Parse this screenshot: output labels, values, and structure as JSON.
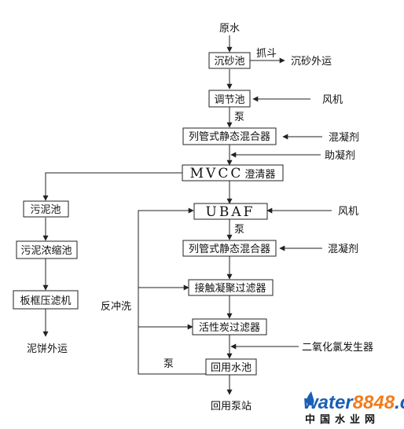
{
  "nodes": {
    "raw_water": "原水",
    "grit_chamber": "沉砂池",
    "equalization_tank": "调节池",
    "static_mixer_1": "列管式静态混合器",
    "mvcc_prefix": "MVCC",
    "mvcc_suffix": "澄清器",
    "ubaf": "UBAF",
    "static_mixer_2": "列管式静态混合器",
    "contact_filter": "接触凝聚过滤器",
    "carbon_filter": "活性炭过滤器",
    "reuse_tank": "回用水池",
    "reuse_pump_station": "回用泵站",
    "sludge_tank": "污泥池",
    "sludge_thickener": "污泥浓缩池",
    "filter_press": "板框压滤机",
    "cake_disposal": "泥饼外运"
  },
  "labels": {
    "grab_bucket": "抓斗",
    "grit_out": "沉砂外运",
    "blower_1": "风机",
    "pump_1": "泵",
    "coagulant_1": "混凝剂",
    "coagulant_aid": "助凝剂",
    "blower_2": "风机",
    "pump_2": "泵",
    "coagulant_2": "混凝剂",
    "backwash": "反冲洗",
    "pump_3": "泵",
    "chlorine_dioxide_generator": "二氧化氯发生器"
  },
  "watermark": {
    "brand_main": "water",
    "brand_num": "8848",
    "brand_tld": ".com",
    "brand_cn": "中国水业网",
    "color_blue": "#1a5fb4",
    "color_orange": "#f07c1e",
    "color_red": "#d0211c"
  }
}
